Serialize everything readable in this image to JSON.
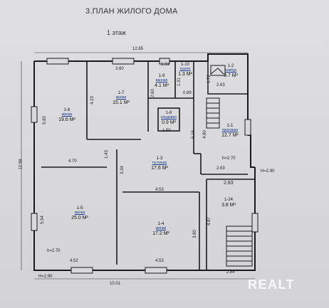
{
  "header": {
    "title": "3.ПЛАН ЖИЛОГО ДОМА",
    "floor": "1 этаж"
  },
  "rooms": [
    {
      "id": "1-6",
      "name": "жилая",
      "area": "19.6 М²"
    },
    {
      "id": "1-7",
      "name": "жилая",
      "area": "15.1 М²"
    },
    {
      "id": "1-9",
      "name": "ванная",
      "area": "4.1 М²"
    },
    {
      "id": "1-10",
      "name": "туалет",
      "area": "1.3 М²"
    },
    {
      "id": "1-2",
      "name": "тамбур",
      "area": "3.7 М²"
    },
    {
      "id": "1-8",
      "name": "кладовая",
      "area": "0.9 М²"
    },
    {
      "id": "1-1",
      "name": "прихожая",
      "area": "12.7 М²"
    },
    {
      "id": "1-3",
      "name": "гостиная",
      "area": "17.6 М²"
    },
    {
      "id": "1-24",
      "name": "",
      "area": "3.8 М²"
    },
    {
      "id": "1-5",
      "name": "жилая",
      "area": "25.0 М²"
    },
    {
      "id": "1-4",
      "name": "жилая",
      "area": "17.2 М²"
    }
  ],
  "dimensions": {
    "top_overall": "12.85",
    "left_overall": "12.58",
    "bottom_overall": "10.01",
    "bottom_right": "2.84",
    "d_3_60": "3.60",
    "d_1_31": "1.31",
    "d_1_72": "1.72",
    "d_2_63_top": "2.63",
    "d_5_80": "5.80",
    "d_4_23": "4.23",
    "d_2_60": "2.60",
    "d_0_89": "0.89",
    "d_1_50": "1.50",
    "d_1_31_v": "1.31",
    "d_5_15": "5.15",
    "d_4_80": "4.80",
    "d_4_70": "4.70",
    "d_1_43": "1.43",
    "d_3_34": "3.34",
    "d_4_53_mid": "4.53",
    "d_2_63_mid": "2.63",
    "d_2_83": "2.83",
    "d_5_54": "5.54",
    "d_4_87": "4.87",
    "d_3_80": "3.80",
    "d_4_52": "4.52",
    "d_4_53_bottom": "4.53",
    "h_right": "h=2.70",
    "h_left": "h=2.70",
    "H_right": "H=2.90",
    "H_left": "H=2.90"
  },
  "watermark": "REALT"
}
